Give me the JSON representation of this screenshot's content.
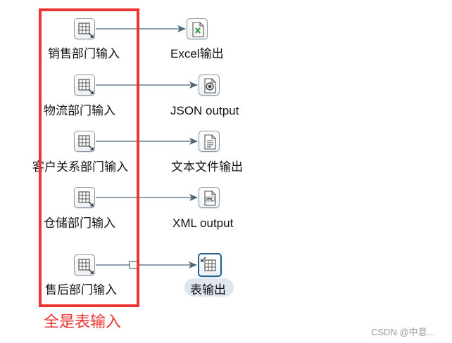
{
  "steps": {
    "sales_input": {
      "label": "销售部门输入",
      "icon": "table-input-icon"
    },
    "logistics_input": {
      "label": "物流部门输入",
      "icon": "table-input-icon"
    },
    "crm_input": {
      "label": "客户关系部门输入",
      "icon": "table-input-icon"
    },
    "warehouse_input": {
      "label": "仓储部门输入",
      "icon": "table-input-icon"
    },
    "after_sales_input": {
      "label": "售后部门输入",
      "icon": "table-input-icon"
    },
    "excel_output": {
      "label": "Excel输出",
      "icon": "excel-file-icon"
    },
    "json_output": {
      "label": "JSON output",
      "icon": "json-output-icon"
    },
    "text_output": {
      "label": "文本文件输出",
      "icon": "text-file-icon"
    },
    "xml_output": {
      "label": "XML output",
      "icon": "xml-file-icon"
    },
    "table_output": {
      "label": "表输出",
      "icon": "table-output-icon"
    }
  },
  "annotation": {
    "text": "全是表输入"
  },
  "watermark": {
    "text": "CSDN @中意..."
  },
  "colors": {
    "highlight": "#ee3333",
    "hop": "#4a6478",
    "icon_border": "#8a97a6",
    "selected_border": "#1d5f8f",
    "excel_green": "#2e8b3a"
  }
}
